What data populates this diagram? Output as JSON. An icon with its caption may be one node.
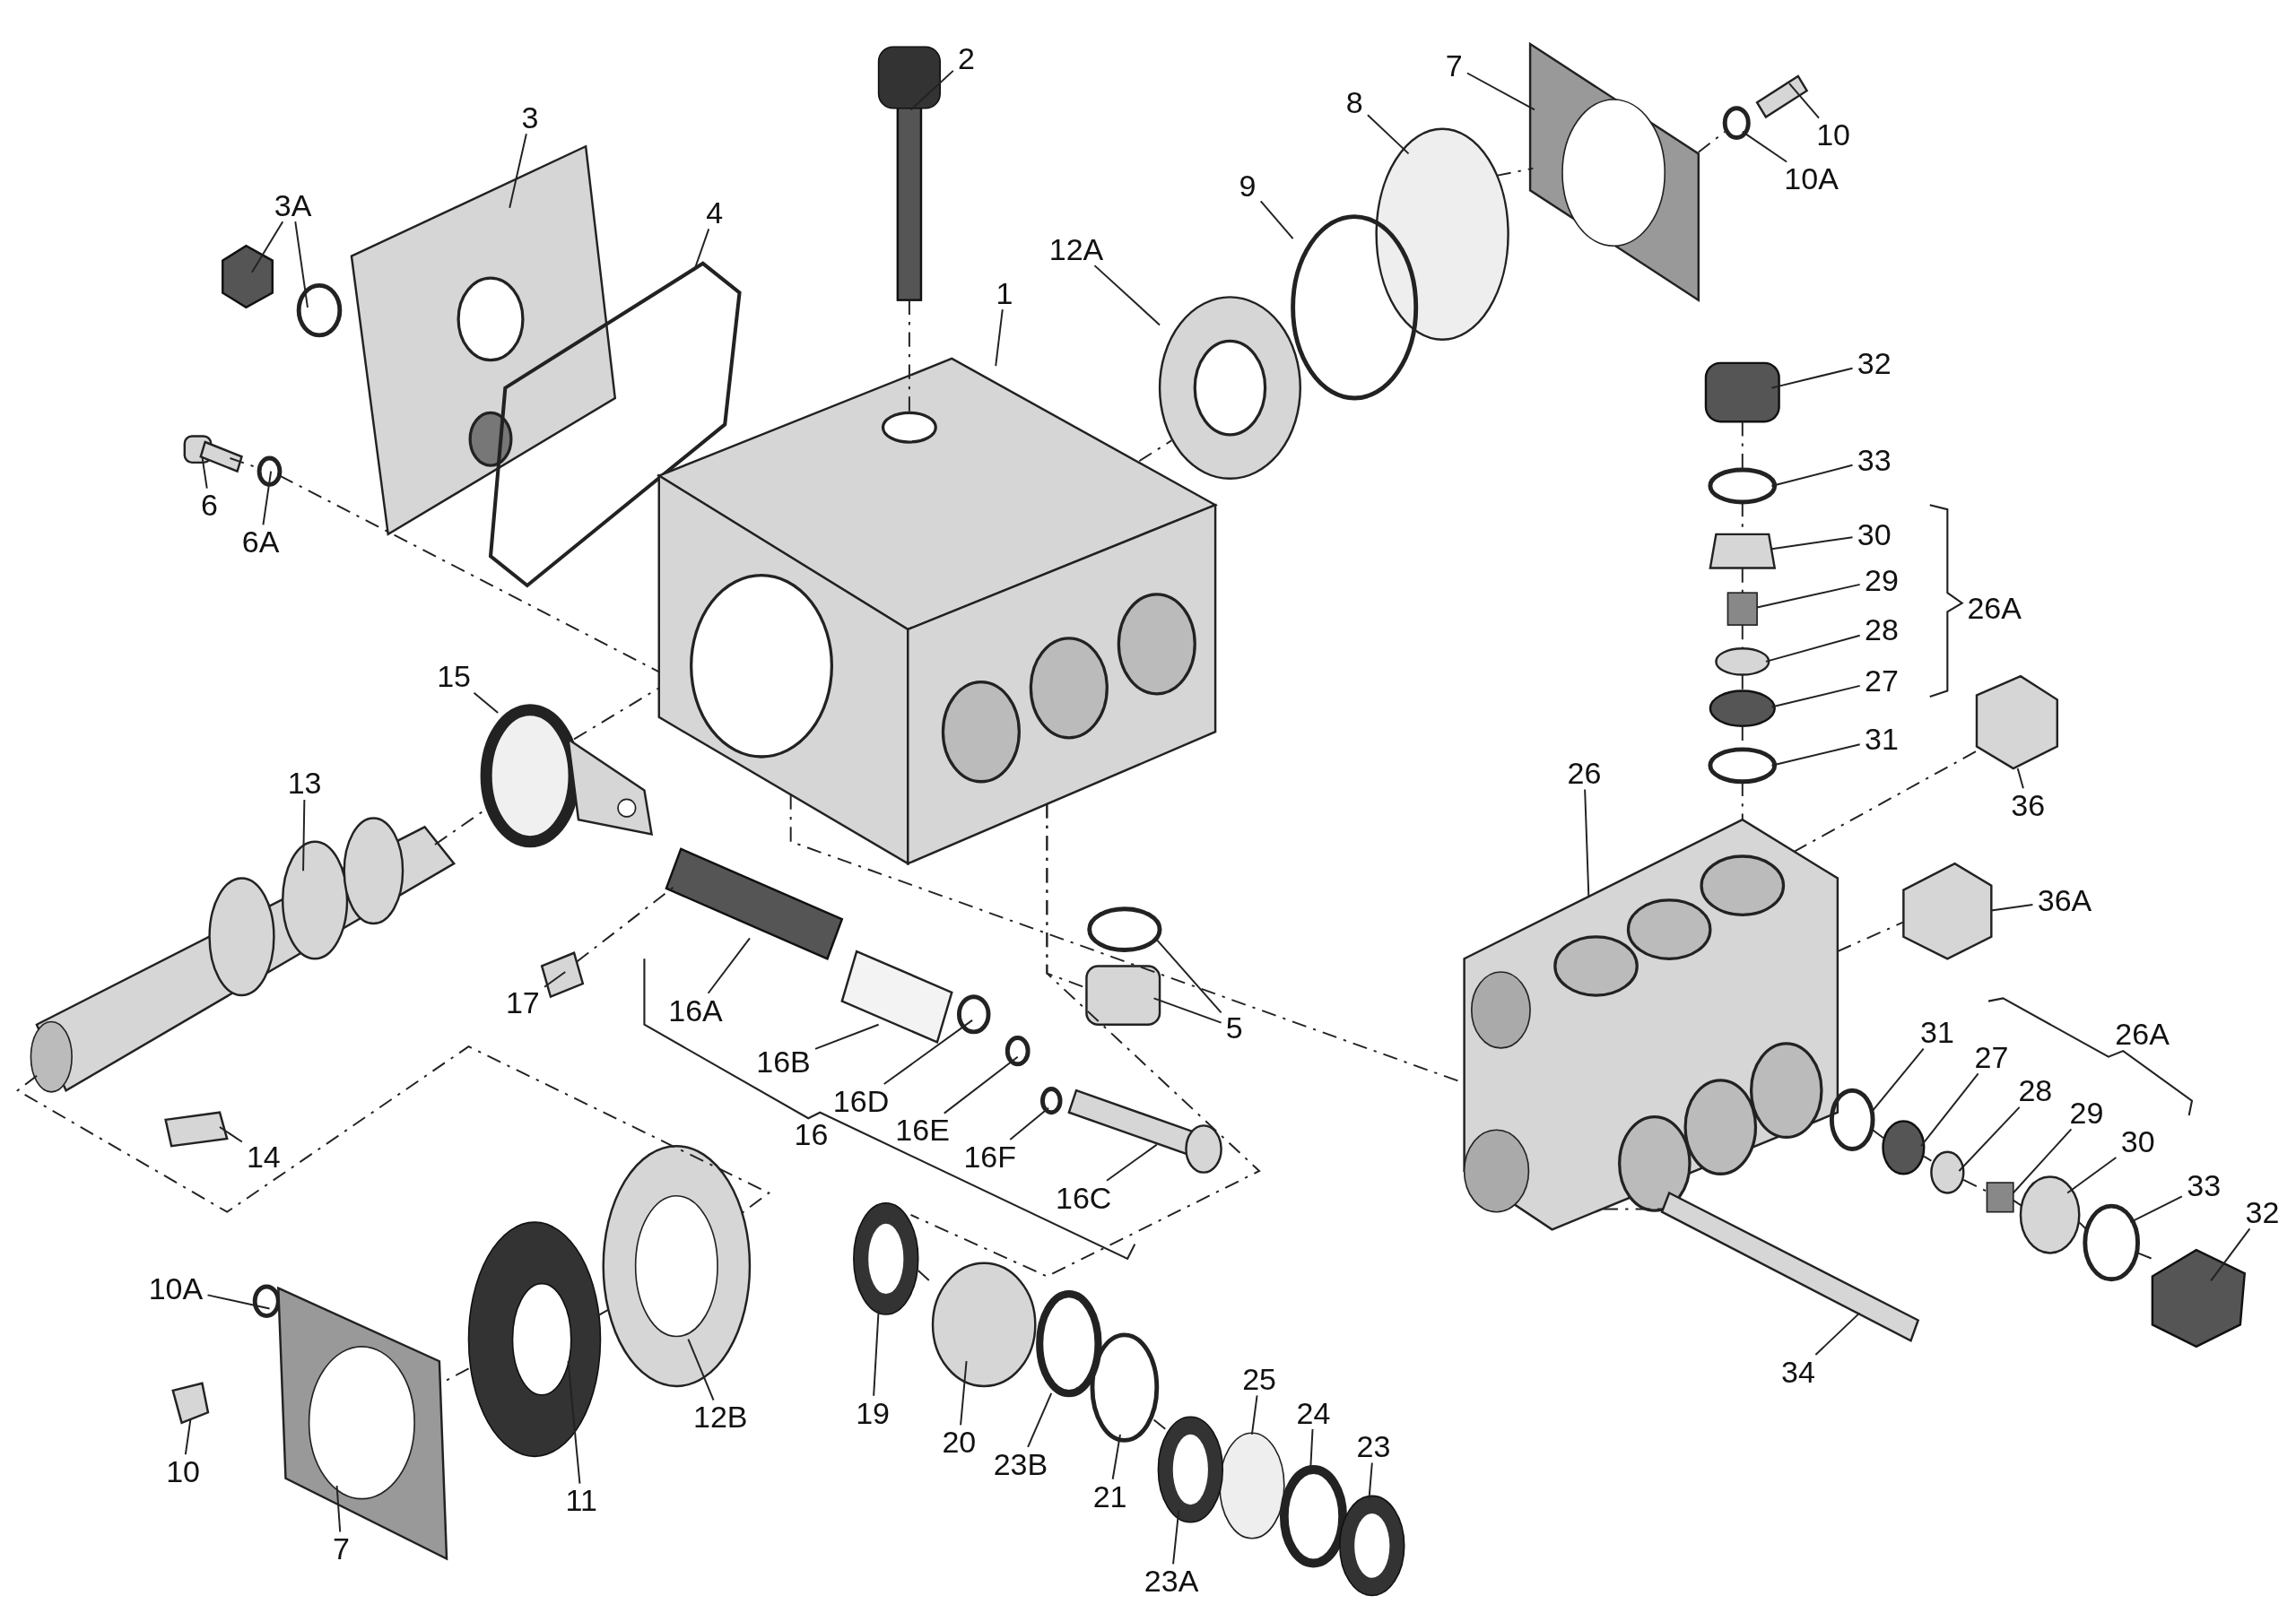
{
  "diagram": {
    "nodes": [
      {
        "text": [
          "2"
        ]
      },
      {
        "text": [
          "7"
        ]
      },
      {
        "text": [
          "8"
        ]
      },
      {
        "text": [
          "10"
        ]
      },
      {
        "text": [
          "3"
        ]
      },
      {
        "text": [
          "10A"
        ]
      },
      {
        "text": [
          "9"
        ]
      },
      {
        "text": [
          "3A"
        ]
      },
      {
        "text": [
          "4"
        ]
      },
      {
        "text": [
          "12A"
        ]
      },
      {
        "text": [
          "1"
        ]
      },
      {
        "text": [
          "32"
        ]
      },
      {
        "text": [
          "33"
        ]
      },
      {
        "text": [
          "6"
        ]
      },
      {
        "text": [
          "30"
        ]
      },
      {
        "text": [
          "6A"
        ]
      },
      {
        "text": [
          "29"
        ]
      },
      {
        "text": [
          "28"
        ]
      },
      {
        "text": [
          "15"
        ]
      },
      {
        "text": [
          "27"
        ]
      },
      {
        "text": [
          "31"
        ]
      },
      {
        "text": [
          "26"
        ]
      },
      {
        "text": [
          "13"
        ]
      },
      {
        "text": [
          "36"
        ]
      },
      {
        "text": [
          "36A"
        ]
      },
      {
        "text": [
          "17"
        ]
      },
      {
        "text": [
          "16A"
        ]
      },
      {
        "text": [
          "5"
        ]
      },
      {
        "text": [
          "31"
        ]
      },
      {
        "text": [
          "27"
        ]
      },
      {
        "text": [
          "16B"
        ]
      },
      {
        "text": [
          "28"
        ]
      },
      {
        "text": [
          "16D"
        ]
      },
      {
        "text": [
          "29"
        ]
      },
      {
        "text": [
          "30"
        ]
      },
      {
        "text": [
          "16E"
        ]
      },
      {
        "text": [
          "14"
        ]
      },
      {
        "text": [
          "16F"
        ]
      },
      {
        "text": [
          "33"
        ]
      },
      {
        "text": [
          "16C"
        ]
      },
      {
        "text": [
          "32"
        ]
      },
      {
        "text": [
          "10A"
        ]
      },
      {
        "text": [
          "34"
        ]
      },
      {
        "text": [
          "25"
        ]
      },
      {
        "text": [
          "19"
        ]
      },
      {
        "text": [
          "12B"
        ]
      },
      {
        "text": [
          "24"
        ]
      },
      {
        "text": [
          "20"
        ]
      },
      {
        "text": [
          "23"
        ]
      },
      {
        "text": [
          "23B"
        ]
      },
      {
        "text": [
          "10"
        ]
      },
      {
        "text": [
          "21"
        ]
      },
      {
        "text": [
          "11"
        ]
      },
      {
        "text": [
          "7"
        ]
      },
      {
        "text": [
          "23A"
        ]
      },
      {
        "text": [],
        "shape": "picture"
      },
      {
        "text": [],
        "shape": "picture"
      },
      {
        "text": [],
        "shape": "circle"
      },
      {
        "text": [],
        "shape": "box"
      },
      {
        "text": [],
        "shape": "picture"
      },
      {
        "text": [],
        "shape": "circle"
      },
      {
        "text": [],
        "shape": "circle"
      },
      {
        "text": [],
        "shape": "hexagon"
      },
      {
        "text": [],
        "shape": "circle"
      },
      {
        "text": [],
        "shape": "box"
      },
      {
        "text": [],
        "shape": "picture"
      },
      {
        "text": [],
        "shape": "picture"
      },
      {
        "text": [],
        "shape": "box"
      },
      {
        "text": [],
        "shape": "circle"
      },
      {
        "text": [],
        "shape": "picture"
      },
      {
        "text": [],
        "shape": "box"
      },
      {
        "text": [],
        "shape": "circle"
      },
      {
        "text": [],
        "shape": "box"
      },
      {
        "text": [],
        "shape": "circle"
      },
      {
        "text": [],
        "shape": "circle"
      },
      {
        "text": [],
        "shape": "circle"
      },
      {
        "text": [],
        "shape": "circle"
      },
      {
        "text": [],
        "shape": "picture"
      },
      {
        "text": [],
        "shape": "picture"
      },
      {
        "text": [],
        "shape": "hexagon"
      },
      {
        "text": [],
        "shape": "hexagon"
      },
      {
        "text": [],
        "shape": "box"
      },
      {
        "text": [],
        "shape": "box"
      },
      {
        "text": [],
        "shape": "circle"
      },
      {
        "text": [],
        "shape": "box"
      },
      {
        "text": [],
        "shape": "circle"
      },
      {
        "text": [],
        "shape": "circle"
      },
      {
        "text": [],
        "shape": "box"
      },
      {
        "text": [],
        "shape": "circle"
      },
      {
        "text": [],
        "shape": "circle"
      },
      {
        "text": [],
        "shape": "box"
      },
      {
        "text": [],
        "shape": "circle"
      },
      {
        "text": [],
        "shape": "circle"
      },
      {
        "text": [],
        "shape": "box"
      },
      {
        "text": [],
        "shape": "circle"
      },
      {
        "text": [],
        "shape": "circle"
      },
      {
        "text": [],
        "shape": "picture"
      },
      {
        "text": [],
        "shape": "hexagon"
      },
      {
        "text": [],
        "shape": "circle"
      },
      {
        "text": [],
        "shape": "bar"
      },
      {
        "text": [],
        "shape": "circle"
      },
      {
        "text": [],
        "shape": "picture"
      },
      {
        "text": [],
        "shape": "picture"
      },
      {
        "text": [],
        "shape": "circle"
      },
      {
        "text": [],
        "shape": "circle"
      },
      {
        "text": [],
        "shape": "picture"
      },
      {
        "text": [],
        "shape": "circle"
      },
      {
        "text": [],
        "shape": "box"
      },
      {
        "text": [],
        "shape": "circle"
      },
      {
        "text": [],
        "shape": "picture"
      },
      {
        "text": [],
        "shape": "picture"
      },
      {
        "text": [],
        "shape": "picture"
      }
    ],
    "edges": [
      {
        "from": 0,
        "to": 55,
        "arrow": "none"
      },
      {
        "from": 1,
        "to": 56,
        "arrow": "none"
      },
      {
        "from": 2,
        "to": 57,
        "arrow": "none"
      },
      {
        "from": 3,
        "to": 58,
        "arrow": "none"
      },
      {
        "from": 4,
        "to": 59,
        "arrow": "none"
      },
      {
        "from": 5,
        "to": 60,
        "arrow": "none"
      },
      {
        "from": 6,
        "to": 61,
        "arrow": "none"
      },
      {
        "from": 7,
        "to": 62,
        "arrow": "none"
      },
      {
        "from": 7,
        "to": 63,
        "arrow": "none"
      },
      {
        "from": 8,
        "to": 64,
        "arrow": "none"
      },
      {
        "from": 9,
        "to": 65,
        "arrow": "none"
      },
      {
        "from": 10,
        "to": 66,
        "arrow": "none"
      },
      {
        "from": 11,
        "to": 67,
        "arrow": "none"
      },
      {
        "from": 12,
        "to": 68,
        "arrow": "none"
      },
      {
        "from": 13,
        "to": 69,
        "arrow": "none"
      },
      {
        "from": 14,
        "to": 70,
        "arrow": "none"
      },
      {
        "from": 15,
        "to": 71,
        "arrow": "none"
      },
      {
        "from": 16,
        "to": 72,
        "arrow": "none"
      },
      {
        "from": 17,
        "to": 73,
        "arrow": "none"
      },
      {
        "from": 18,
        "to": 74,
        "arrow": "none"
      },
      {
        "from": 19,
        "to": 75,
        "arrow": "none"
      },
      {
        "from": 20,
        "to": 76,
        "arrow": "none"
      },
      {
        "from": 21,
        "to": 77,
        "arrow": "none"
      },
      {
        "from": 22,
        "to": 78,
        "arrow": "none"
      },
      {
        "from": 23,
        "to": 79,
        "arrow": "none"
      },
      {
        "from": 24,
        "to": 80,
        "arrow": "none"
      },
      {
        "from": 25,
        "to": 81,
        "arrow": "none"
      },
      {
        "from": 26,
        "to": 82,
        "arrow": "none"
      },
      {
        "from": 27,
        "to": 83,
        "arrow": "none"
      },
      {
        "from": 27,
        "to": 84,
        "arrow": "none"
      },
      {
        "from": 28,
        "to": 85,
        "arrow": "none"
      },
      {
        "from": 29,
        "to": 86,
        "arrow": "none"
      },
      {
        "from": 30,
        "to": 87,
        "arrow": "none"
      },
      {
        "from": 31,
        "to": 88,
        "arrow": "none"
      },
      {
        "from": 32,
        "to": 89,
        "arrow": "none"
      },
      {
        "from": 33,
        "to": 90,
        "arrow": "none"
      },
      {
        "from": 34,
        "to": 91,
        "arrow": "none"
      },
      {
        "from": 35,
        "to": 92,
        "arrow": "none"
      },
      {
        "from": 36,
        "to": 93,
        "arrow": "none"
      },
      {
        "from": 37,
        "to": 94,
        "arrow": "none"
      },
      {
        "from": 38,
        "to": 95,
        "arrow": "none"
      },
      {
        "from": 39,
        "to": 96,
        "arrow": "none"
      },
      {
        "from": 40,
        "to": 97,
        "arrow": "none"
      },
      {
        "from": 41,
        "to": 98,
        "arrow": "none"
      },
      {
        "from": 42,
        "to": 99,
        "arrow": "none"
      },
      {
        "from": 43,
        "to": 100,
        "arrow": "none"
      },
      {
        "from": 44,
        "to": 101,
        "arrow": "none"
      },
      {
        "from": 45,
        "to": 102,
        "arrow": "none"
      },
      {
        "from": 46,
        "to": 103,
        "arrow": "none"
      },
      {
        "from": 47,
        "to": 104,
        "arrow": "none"
      },
      {
        "from": 48,
        "to": 105,
        "arrow": "none"
      },
      {
        "from": 49,
        "to": 106,
        "arrow": "none"
      },
      {
        "from": 50,
        "to": 107,
        "arrow": "none"
      },
      {
        "from": 51,
        "to": 108,
        "arrow": "none"
      },
      {
        "from": 52,
        "to": 109,
        "arrow": "none"
      },
      {
        "from": 53,
        "to": 110,
        "arrow": "none"
      },
      {
        "from": 54,
        "to": 111,
        "arrow": "none"
      },
      {
        "from": 69,
        "to": 71,
        "arrow": "none",
        "style": "dashed"
      },
      {
        "from": 71,
        "to": 66,
        "arrow": "none",
        "style": "dashed"
      },
      {
        "from": 55,
        "to": 66,
        "arrow": "none",
        "style": "dashed"
      },
      {
        "from": 66,
        "to": 65,
        "arrow": "none",
        "style": "dashed"
      },
      {
        "from": 57,
        "to": 56,
        "arrow": "none",
        "style": "dashed"
      },
      {
        "from": 56,
        "to": 60,
        "arrow": "none",
        "style": "dashed"
      },
      {
        "from": 67,
        "to": 68,
        "arrow": "none",
        "style": "dashed"
      },
      {
        "from": 68,
        "to": 70,
        "arrow": "none",
        "style": "dashed"
      },
      {
        "from": 70,
        "to": 72,
        "arrow": "none",
        "style": "dashed"
      },
      {
        "from": 72,
        "to": 73,
        "arrow": "none",
        "style": "dashed"
      },
      {
        "from": 73,
        "to": 75,
        "arrow": "none",
        "style": "dashed"
      },
      {
        "from": 75,
        "to": 76,
        "arrow": "none",
        "style": "dashed"
      },
      {
        "from": 76,
        "to": 77,
        "arrow": "none",
        "style": "dashed"
      },
      {
        "from": 66,
        "to": 77,
        "arrow": "none",
        "style": "dashed"
      },
      {
        "from": 77,
        "to": 79,
        "arrow": "none",
        "style": "dashed"
      },
      {
        "from": 77,
        "to": 80,
        "arrow": "none",
        "style": "dashed"
      },
      {
        "from": 78,
        "to": 74,
        "arrow": "none",
        "style": "dashed"
      },
      {
        "from": 74,
        "to": 66,
        "arrow": "none",
        "style": "dashed"
      },
      {
        "from": 81,
        "to": 82,
        "arrow": "none",
        "style": "dashed"
      },
      {
        "from": 78,
        "to": 102,
        "arrow": "none",
        "style": "dashed"
      },
      {
        "from": 102,
        "to": 109,
        "arrow": "none",
        "style": "dashed"
      },
      {
        "from": 109,
        "to": 110,
        "arrow": "none",
        "style": "dashed"
      },
      {
        "from": 66,
        "to": 84,
        "arrow": "none",
        "style": "dashed"
      },
      {
        "from": 66,
        "to": 101,
        "arrow": "none",
        "style": "dashed"
      },
      {
        "from": 77,
        "to": 99,
        "arrow": "none",
        "style": "dashed"
      },
      {
        "from": 85,
        "to": 86,
        "arrow": "none",
        "style": "dashed"
      },
      {
        "from": 86,
        "to": 88,
        "arrow": "none",
        "style": "dashed"
      },
      {
        "from": 88,
        "to": 90,
        "arrow": "none",
        "style": "dashed"
      },
      {
        "from": 90,
        "to": 91,
        "arrow": "none",
        "style": "dashed"
      },
      {
        "from": 91,
        "to": 95,
        "arrow": "none",
        "style": "dashed"
      },
      {
        "from": 95,
        "to": 97,
        "arrow": "none",
        "style": "dashed"
      },
      {
        "from": 101,
        "to": 104,
        "arrow": "none",
        "style": "dashed"
      },
      {
        "from": 108,
        "to": 111,
        "arrow": "none",
        "style": "dashed"
      }
    ],
    "labels": [
      "26A",
      "16",
      "26A"
    ]
  }
}
